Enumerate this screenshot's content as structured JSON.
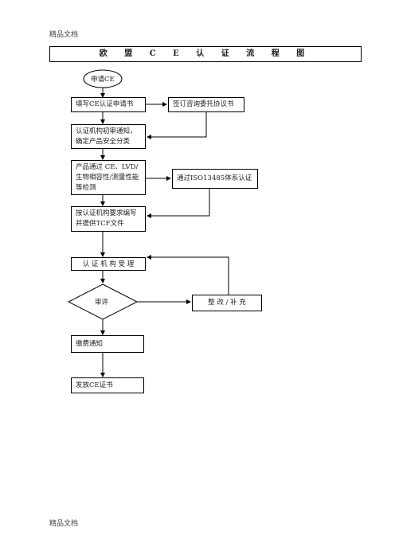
{
  "header": {
    "text": "精品文档"
  },
  "footer": {
    "text": "精品文档"
  },
  "title": "欧 盟 C E 认 证 流 程 图",
  "steps": {
    "start": "申请CE",
    "fill_application": "填写CE认证申请书",
    "sign_agreement": "签订咨询委托协议书",
    "initial_review": "认证机构初审通知，确定产品安全分类",
    "product_tests": "产品通过 CE、LVD/生物相容性/测量性能等检测",
    "iso_cert": "通过ISO13485体系认证",
    "tcf": "按认证机构要求编写并提供TCF文件",
    "accept": "认 证 机 构 受 理",
    "review": "审评",
    "rectify": "整 改 / 补 充",
    "fee_notice": "缴费通知",
    "issue": "发放CE证书"
  }
}
